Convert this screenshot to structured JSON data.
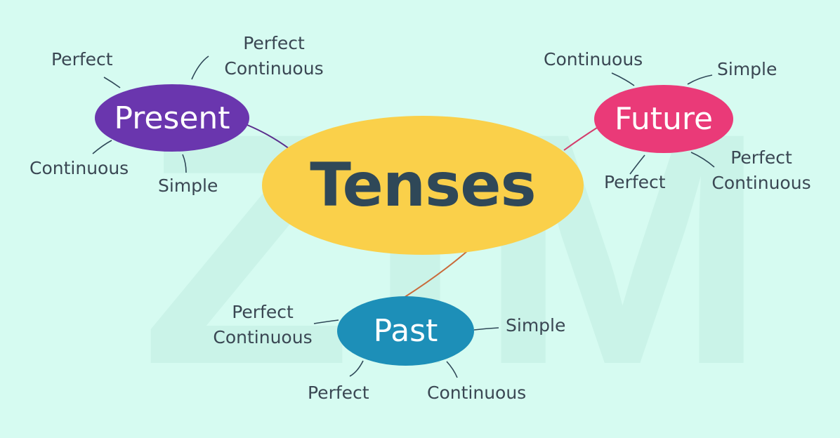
{
  "watermark": "ZIM",
  "center": {
    "label": "Tenses",
    "color": "#fad04a"
  },
  "branches": [
    {
      "key": "present",
      "label": "Present",
      "color": "#6a36ae",
      "leaves": [
        "Perfect",
        "Perfect Continuous",
        "Continuous",
        "Simple"
      ]
    },
    {
      "key": "future",
      "label": "Future",
      "color": "#ea3a78",
      "leaves": [
        "Continuous",
        "Simple",
        "Perfect Continuous",
        "Perfect"
      ]
    },
    {
      "key": "past",
      "label": "Past",
      "color": "#1d8fb8",
      "leaves": [
        "Perfect Continuous",
        "Simple",
        "Perfect",
        "Continuous"
      ]
    }
  ]
}
